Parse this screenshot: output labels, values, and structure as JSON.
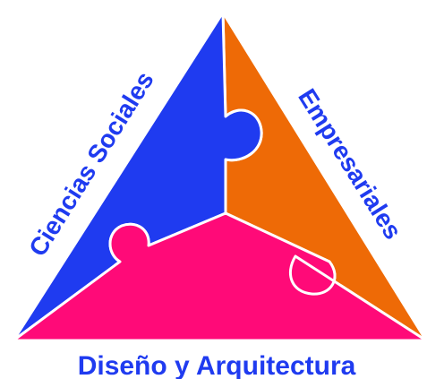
{
  "labels": {
    "left": "Ciencias Sociales",
    "right": "Empresariales",
    "bottom": "Diseño y Arquitectura"
  },
  "colors": {
    "left_piece": "#1f3bf0",
    "right_piece": "#ee6a06",
    "bottom_piece": "#ff0a78",
    "text": "#1f3bf0",
    "background": "#ffffff"
  }
}
